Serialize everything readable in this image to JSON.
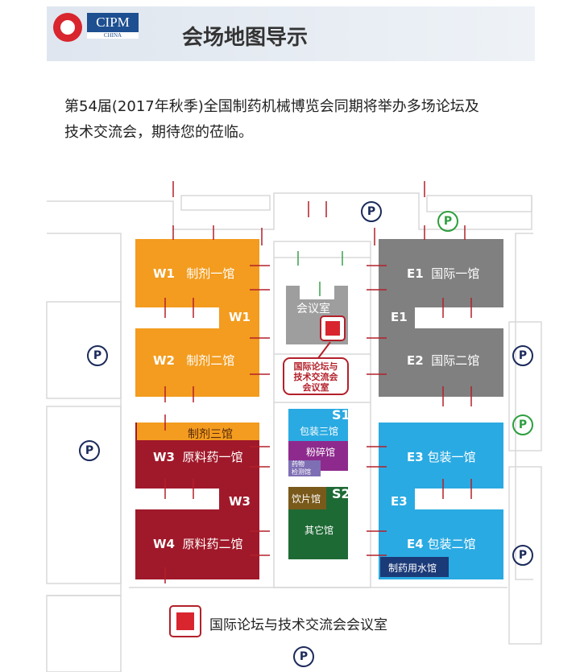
{
  "header": {
    "title": "会场地图导示",
    "logo_text": "CIPM",
    "logo_sub": "CHINA"
  },
  "intro": {
    "line1": "第54届(2017年秋季)全国制药机械博览会同期将举办多场论坛及",
    "line2": "技术交流会，期待您的莅临。"
  },
  "halls": {
    "w1": {
      "code": "W1",
      "name": "制剂一馆",
      "side": "W1"
    },
    "w2": {
      "code": "W2",
      "name": "制剂二馆"
    },
    "w_strip": "制剂三馆",
    "w3": {
      "code": "W3",
      "name": "原料药一馆",
      "side": "W3"
    },
    "w4": {
      "code": "W4",
      "name": "原料药二馆"
    },
    "e1": {
      "code": "E1",
      "name": "国际一馆",
      "side": "E1"
    },
    "e2": {
      "code": "E2",
      "name": "国际二馆"
    },
    "e3": {
      "code": "E3",
      "name": "包装一馆",
      "side": "E3"
    },
    "e4": {
      "code": "E4",
      "name": "包装二馆"
    },
    "e_strip": "制药用水馆",
    "meeting": "会议室",
    "callout": [
      "国际论坛与",
      "技术交流会",
      "会议室"
    ],
    "s1": {
      "code": "S1",
      "name": "包装三馆"
    },
    "fensui": "粉碎馆",
    "jiance": [
      "药物",
      "检测馆"
    ],
    "s2": {
      "code": "S2",
      "name": "其它馆"
    },
    "yinpian": "饮片馆"
  },
  "parking": "P",
  "legend": "国际论坛与技术交流会会议室",
  "colors": {
    "west_top": "#f39c1f",
    "west_bottom": "#a0192a",
    "east_top": "#808080",
    "east_bottom": "#2aaae2",
    "navy": "#1b3a78",
    "arrow": "#b3202a"
  }
}
